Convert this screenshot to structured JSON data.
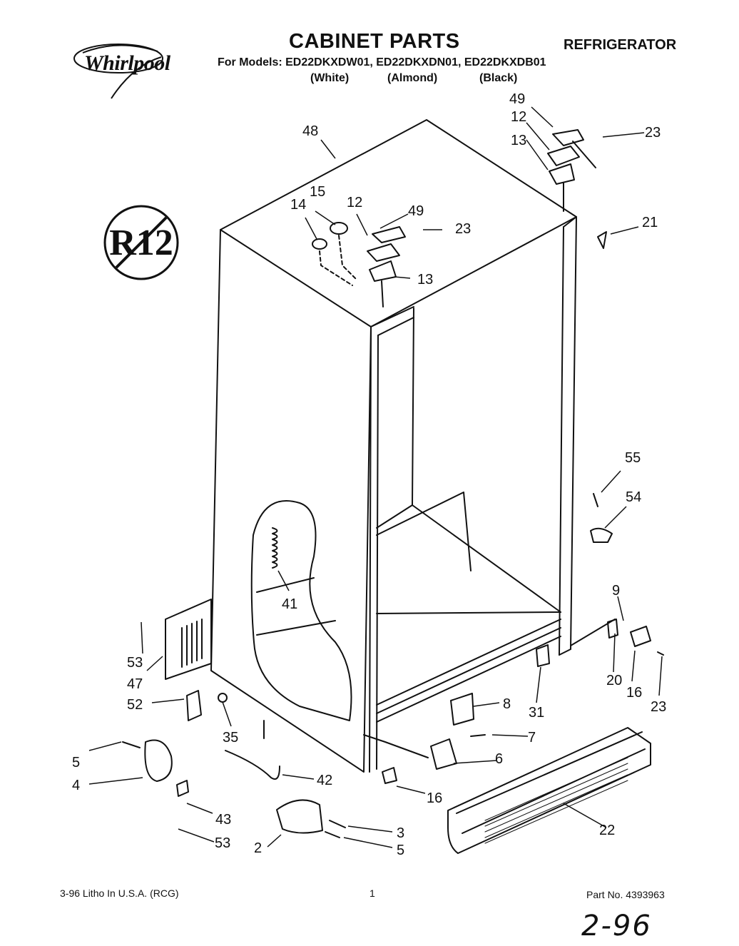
{
  "header": {
    "brand": "Whirlpool",
    "title": "CABINET PARTS",
    "category": "REFRIGERATOR",
    "models_line": "For Models: ED22DKXDW01, ED22DKXDN01, ED22DKXDB01",
    "variants": [
      "(White)",
      "(Almond)",
      "(Black)"
    ]
  },
  "badge": {
    "text": "R12"
  },
  "callouts": [
    "48",
    "49",
    "12",
    "13",
    "23",
    "15",
    "14",
    "12",
    "49",
    "23",
    "13",
    "21",
    "55",
    "54",
    "41",
    "9",
    "53",
    "47",
    "20",
    "16",
    "23",
    "52",
    "35",
    "31",
    "8",
    "7",
    "6",
    "5",
    "4",
    "42",
    "43",
    "16",
    "22",
    "3",
    "2",
    "5",
    "53"
  ],
  "footer": {
    "litho": "3-96 Litho In U.S.A. (RCG)",
    "page": "1",
    "part_no": "Part No. 4393963"
  },
  "handwritten_note": "2-96"
}
